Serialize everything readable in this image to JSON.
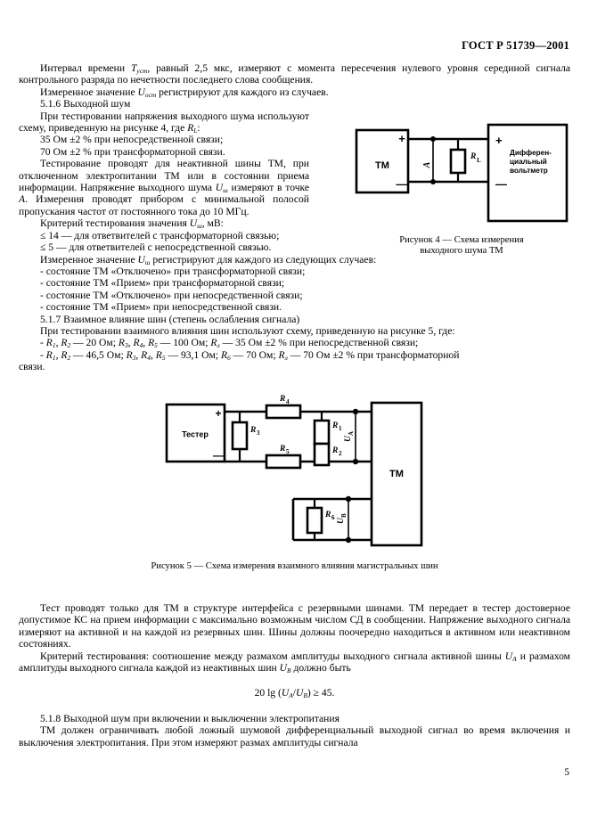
{
  "header": {
    "standard": "ГОСТ Р 51739—2001"
  },
  "page": {
    "number": "5"
  },
  "paragraphs": {
    "p1_a": "Интервал времени",
    "p1_sym": "T",
    "p1_sub": "уст",
    "p1_b": ", равный 2,5 мкс, измеряют с момента пересечения нулевого уровня серединой сигнала контрольного разряда по нечетности последнего слова сообщения.",
    "p2_a": "Измеренное значение",
    "p2_sym": "U",
    "p2_sub": "ост",
    "p2_b": "регистрируют для каждого из случаев.",
    "s516": "5.1.6  Выходной шум",
    "p3_a": "При тестировании напряжения выходного шума используют схему, приведенную на рисунке 4, где",
    "p3_sym": "R",
    "p3_sub": "L",
    "p3_b": ":",
    "p4": "35 Ом ±2 % при непосредственной связи;",
    "p5": "70 Ом ±2 % при трансформаторной связи.",
    "p6_a": "Тестирование проводят для неактивной шины ТМ, при отключенном электропитании ТМ или в состоянии приема информации. Напряжение выходного шума",
    "p6_sym": "U",
    "p6_sub": "ш",
    "p6_b": "измеряют в точке",
    "p6_point": "A",
    "p6_c": ". Измерения проводят прибором с минимальной полосой пропускания частот от постоянного тока до 10 МГц.",
    "p7_a": "Критерий тестирования значения",
    "p7_sym": "U",
    "p7_sub": "ш",
    "p7_b": ", мВ:",
    "p8": "≤ 14 — для ответвителей с трансформаторной связью;",
    "p9": "≤ 5 — для ответвителей с непосредственной связью.",
    "p10_a": "Измеренное значение",
    "p10_sym": "U",
    "p10_sub": "ш",
    "p10_b": "регистрируют для каждого из следующих случаев:",
    "p11": "- состояние ТМ «Отключено» при трансформаторной связи;",
    "p12": "- состояние ТМ «Прием» при трансформаторной связи;",
    "p13": "- состояние ТМ «Отключено» при непосредственной связи;",
    "p14": "- состояние ТМ «Прием» при непосредственной связи.",
    "s517": "5.1.7  Взаимное влияние шин (степень ослабления сигнала)",
    "p15": "При тестировании взаимного влияния шин используют схему, приведенную на рисунке 5, где:",
    "p17_tail": "связи.",
    "p18": "Тест проводят только для ТМ в структуре интерфейса с резервными шинами. ТМ передает в тестер достоверное допустимое КС на прием информации с максимально возможным числом СД в сообщении. Напряжение выходного сигнала измеряют на активной и на каждой из резервных шин. Шины должны поочередно находиться в активном или неактивном состояниях.",
    "p19_a": "Критерий тестирования: соотношение между размахом амплитуды выходного сигнала активной шины",
    "p19_sym1": "U",
    "p19_sub1": "A",
    "p19_b": "и размахом амплитуды выходного сигнала каждой из неактивных шин",
    "p19_sym2": "U",
    "p19_sub2": "B",
    "p19_c": "должно быть",
    "formula_a": "20 lg (",
    "formula_u1": "U",
    "formula_s1": "A",
    "formula_slash": "/",
    "formula_u2": "U",
    "formula_s2": "B",
    "formula_b": ") ≥ 45.",
    "s518": "5.1.8  Выходной шум при включении и выключении электропитания",
    "p20": "ТМ должен ограничивать любой ложный шумовой дифференциальный выходной сигнал во время включения и выключения электропитания. При этом измеряют размах амплитуды сигнала"
  },
  "resistor_lines": {
    "line1": {
      "prefix": "- ",
      "r1": "R",
      "r1s": "1",
      "c1": ", ",
      "r2": "R",
      "r2s": "2",
      "v1": " — 20 Ом; ",
      "r3": "R",
      "r3s": "3",
      "c2": ", ",
      "r4": "R",
      "r4s": "4",
      "c3": ", ",
      "r5": "R",
      "r5s": "5",
      "v2": " — 100 Ом; ",
      "r6": "R",
      "r6s": "л",
      "v3": " — 35 Ом ±2 % при непосредственной связи;"
    },
    "line2": {
      "prefix": "- ",
      "r1": "R",
      "r1s": "1",
      "c1": ", ",
      "r2": "R",
      "r2s": "2",
      "v1": " — 46,5 Ом; ",
      "r3": "R",
      "r3s": "3",
      "c2": ", ",
      "r4": "R",
      "r4s": "4",
      "c3": ", ",
      "r5": "R",
      "r5s": "5",
      "v2": " — 93,1 Ом; ",
      "r6": "R",
      "r6s": "6",
      "v3": " — 70 Ом; ",
      "r7": "R",
      "r7s": "л",
      "v4": " — 70 Ом ±2 % при трансформаторной"
    }
  },
  "figure4": {
    "caption_line1": "Рисунок 4 — Схема измерения",
    "caption_line2": "выходного шума ТМ",
    "block_tm": "ТМ",
    "plus": "+",
    "minus": "—",
    "point_a": "A",
    "resistor": "R",
    "resistor_sub": "L",
    "voltmeter_l1": "Дифферен-",
    "voltmeter_l2": "циальный",
    "voltmeter_l3": "вольтметр"
  },
  "figure5": {
    "caption": "Рисунок 5 — Схема измерения взаимного влияния магистральных шин",
    "tester": "Тестер",
    "tm": "ТМ",
    "plus": "+",
    "minus": "—",
    "r4": "R",
    "r4s": "4",
    "r3": "R",
    "r3s": "3",
    "r5": "R",
    "r5s": "5",
    "r1": "R",
    "r1s": "1",
    "r2": "R",
    "r2s": "2",
    "r6": "R",
    "r6s": "6",
    "ua": "U",
    "uas": "A",
    "ub": "U",
    "ubs": "B"
  },
  "colors": {
    "ink": "#000000",
    "paper": "#ffffff"
  }
}
